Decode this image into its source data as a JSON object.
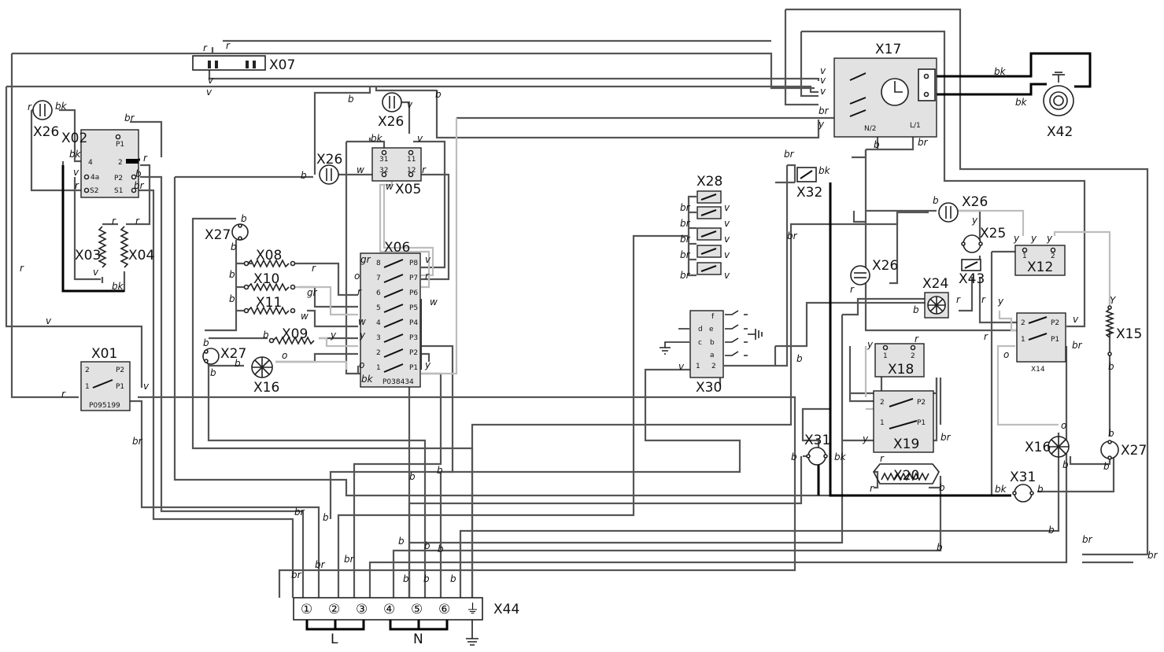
{
  "components": {
    "x01": {
      "label": "X01",
      "part": "P095199",
      "pins": [
        "2",
        "P2",
        "1",
        "P1"
      ]
    },
    "x02": {
      "label": "X02",
      "pins": [
        "P1",
        "4",
        "2",
        "4a",
        "P2",
        "S2",
        "S1"
      ]
    },
    "x03": {
      "label": "X03"
    },
    "x04": {
      "label": "X04"
    },
    "x05": {
      "label": "X05",
      "pins": [
        "31",
        "11",
        "32",
        "12"
      ]
    },
    "x06": {
      "label": "X06",
      "part": "P038434",
      "left_pins": [
        "8",
        "7",
        "6",
        "5",
        "4",
        "3",
        "2",
        "1"
      ],
      "right_pins": [
        "P8",
        "P7",
        "P6",
        "P5",
        "P4",
        "P3",
        "P2",
        "P1"
      ]
    },
    "x07": {
      "label": "X07"
    },
    "x08": {
      "label": "X08"
    },
    "x09": {
      "label": "X09"
    },
    "x10": {
      "label": "X10"
    },
    "x11": {
      "label": "X11"
    },
    "x12": {
      "label": "X12",
      "pins": [
        "1",
        "2"
      ]
    },
    "x14": {
      "label": "X14",
      "pins": [
        "2",
        "P2",
        "1",
        "P1"
      ]
    },
    "x15": {
      "label": "X15"
    },
    "x16": {
      "label": "X16"
    },
    "x17": {
      "label": "X17",
      "pins": [
        "N/2",
        "L/1"
      ]
    },
    "x18": {
      "label": "X18",
      "pins": [
        "1",
        "2"
      ]
    },
    "x19": {
      "label": "X19",
      "pins": [
        "2",
        "P2",
        "1",
        "P1"
      ]
    },
    "x20": {
      "label": "X20"
    },
    "x24": {
      "label": "X24"
    },
    "x25": {
      "label": "X25"
    },
    "x26": {
      "label": "X26"
    },
    "x27": {
      "label": "X27"
    },
    "x28": {
      "label": "X28"
    },
    "x30": {
      "label": "X30",
      "pins": [
        "f",
        "e",
        "d",
        "c",
        "b",
        "a",
        "1",
        "2"
      ]
    },
    "x31": {
      "label": "X31"
    },
    "x32": {
      "label": "X32"
    },
    "x42": {
      "label": "X42"
    },
    "x43": {
      "label": "X43"
    },
    "x44": {
      "label": "X44",
      "terminals": [
        "①",
        "②",
        "③",
        "④",
        "⑤",
        "⑥",
        "⏚"
      ],
      "groups": [
        "L",
        "N"
      ]
    }
  },
  "wire_codes": {
    "r": "r",
    "v": "v",
    "b": "b",
    "bk": "bk",
    "br": "br",
    "w": "w",
    "gr": "gr",
    "o": "o",
    "y": "y",
    "Y": "Y"
  },
  "colors": {
    "wire_dark": "#555555",
    "wire_light": "#bdbdbd",
    "wire_black": "#000000",
    "component_fill": "#e2e2e2",
    "background": "#ffffff"
  }
}
